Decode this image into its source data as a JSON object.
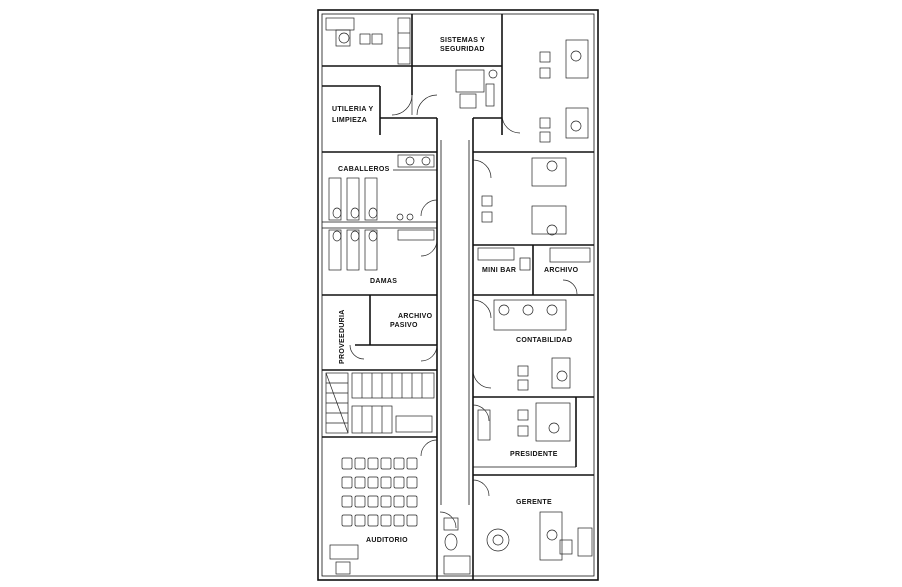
{
  "rooms": {
    "sistemas": [
      "SISTEMAS Y",
      "SEGURIDAD"
    ],
    "utileria": [
      "UTILERIA Y",
      "LIMPIEZA"
    ],
    "caballeros": "CABALLEROS",
    "damas": "DAMAS",
    "proveeduria": "PROVEEDURIA",
    "archivo_pasivo": [
      "ARCHIVO",
      "PASIVO"
    ],
    "minibar": "MINI BAR",
    "archivo": "ARCHIVO",
    "contabilidad": "CONTABILIDAD",
    "presidente": "PRESIDENTE",
    "gerente": "GERENTE",
    "auditorio": "AUDITORIO"
  }
}
